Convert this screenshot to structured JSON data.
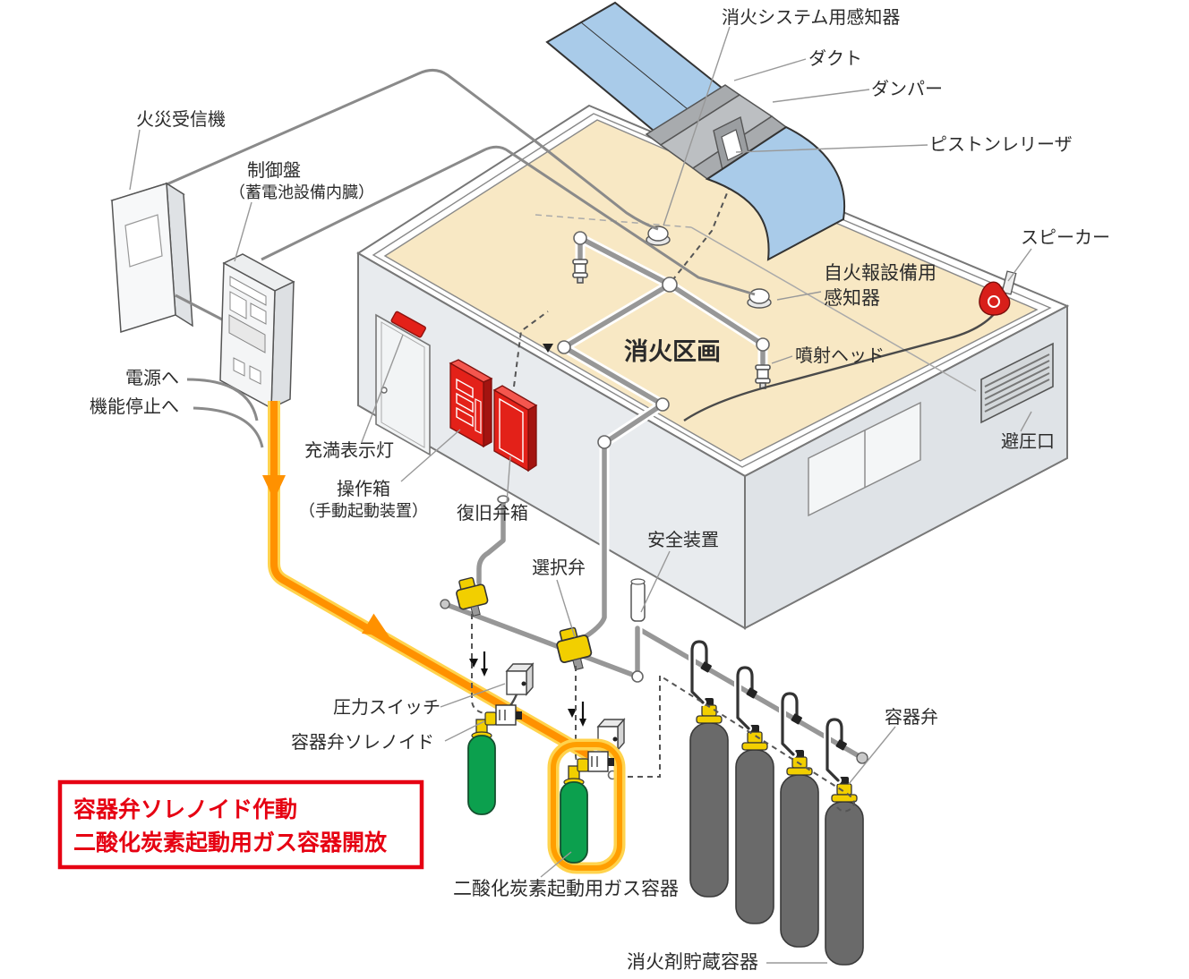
{
  "diagram": {
    "type": "isometric-technical-illustration",
    "subject": "CO2 gas fire suppression system piping and control diagram",
    "labels": {
      "fire_system_detector": "消火システム用感知器",
      "duct": "ダクト",
      "damper": "ダンパー",
      "piston_releaser": "ピストンレリーザ",
      "speaker": "スピーカー",
      "fire_alarm_detector_line1": "自火報設備用",
      "fire_alarm_detector_line2": "感知器",
      "fire_compartment": "消火区画",
      "discharge_head": "噴射ヘッド",
      "pressure_relief_vent": "避圧口",
      "fire_receiver": "火災受信機",
      "control_panel_line1": "制御盤",
      "control_panel_line2": "（蓄電池設備内臓）",
      "to_power": "電源へ",
      "to_function_stop": "機能停止へ",
      "full_indicator_lamp": "充満表示灯",
      "operation_box_line1": "操作箱",
      "operation_box_line2": "（手動起動装置）",
      "recovery_valve_box": "復旧弁箱",
      "selector_valve": "選択弁",
      "safety_device": "安全装置",
      "pressure_switch": "圧力スイッチ",
      "container_valve_solenoid": "容器弁ソレノイド",
      "container_valve": "容器弁",
      "co2_starter_gas_container": "二酸化炭素起動用ガス容器",
      "agent_storage_container": "消火剤貯蔵容器"
    },
    "alert_box": {
      "line1": "容器弁ソレノイド作動",
      "line2": "二酸化炭素起動用ガス容器開放"
    },
    "colors": {
      "highlight_orange": "#ff9100",
      "highlight_halo": "#ffd34d",
      "alert_red": "#e60012",
      "equipment_red": "#e32119",
      "duct_blue": "#a9cbe9",
      "ceiling_tan": "#f8e8c4",
      "wall_gray": "#e8ebee",
      "starter_bottle_green": "#0ca04e",
      "valve_yellow": "#f2cf00",
      "storage_cylinder_gray": "#6a6a6a",
      "pipe_gray": "#979797"
    }
  }
}
